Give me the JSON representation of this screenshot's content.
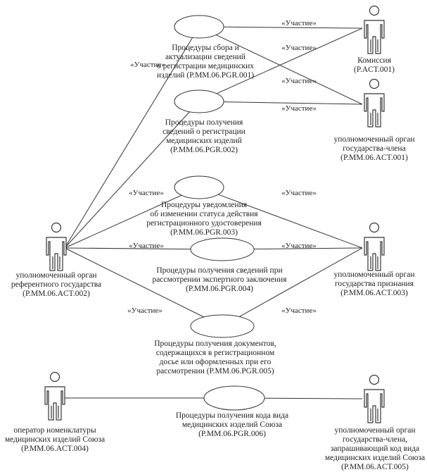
{
  "diagram": {
    "type": "UML use case diagram",
    "stroke_color": "#333333",
    "background": "#ffffff",
    "association_label": "«Участие»",
    "actors": [
      {
        "id": "a1",
        "lines": [
          "Комиссия",
          "(P.ACT.001)"
        ]
      },
      {
        "id": "a2",
        "lines": [
          "уполномоченный орган",
          "государства-члена",
          "(P.MM.06.ACT.001)"
        ]
      },
      {
        "id": "a3",
        "lines": [
          "уполномоченный орган",
          "референтного государства",
          "(P.MM.06.ACT.002)"
        ]
      },
      {
        "id": "a4",
        "lines": [
          "уполномоченный орган",
          "государства признания",
          "(P.MM.06.ACT.003)"
        ]
      },
      {
        "id": "a5",
        "lines": [
          "оператор номенклатуры",
          "медицинских изделий Союза",
          "(P.MM.06.ACT.004)"
        ]
      },
      {
        "id": "a6",
        "lines": [
          "уполномоченный орган",
          "государства-члена,",
          "запрашивающий код вида",
          "медицинских изделий Союза",
          "(P.MM.06.ACT.005)"
        ]
      }
    ],
    "use_cases": [
      {
        "id": "u1",
        "lines": [
          "Процедуры сбора и",
          "актуализации сведений",
          "о регистрации медицинских",
          "изделий (P.MM.06.PGR.001)"
        ]
      },
      {
        "id": "u2",
        "lines": [
          "Процедуры получения",
          "сведений о регистрации",
          "медицинских изделий",
          "(P.MM.06.PGR.002)"
        ]
      },
      {
        "id": "u3",
        "lines": [
          "Процедуры уведомления",
          "об изменении статуса действия",
          "регистрационного удостоверения",
          "(P.MM.06.PGR.003)"
        ]
      },
      {
        "id": "u4",
        "lines": [
          "Процедуры получения сведений при",
          "рассмотрении экспертного заключения",
          "(P.MM.06.PGR.004)"
        ]
      },
      {
        "id": "u5",
        "lines": [
          "Процедуры получения документов,",
          "содержащихся в регистрационном",
          "досье или оформленных при его",
          "рассмотрении (P.MM.06.PGR.005)"
        ]
      },
      {
        "id": "u6",
        "lines": [
          "Процедуры получения кода вида",
          "медицинских изделий Союза",
          "(P.MM.06.PGR.006)"
        ]
      }
    ],
    "associations": [
      {
        "from": "u1",
        "to": "a1",
        "label": "«Участие»"
      },
      {
        "from": "u1",
        "to": "a2",
        "label": "«Участие»"
      },
      {
        "from": "u2",
        "to": "a1",
        "label": "«Участие»"
      },
      {
        "from": "u2",
        "to": "a2",
        "label": "«Участие»"
      },
      {
        "from": "a3",
        "to": "u1",
        "label": "«Участие»"
      },
      {
        "from": "a3",
        "to": "u2",
        "label": ""
      },
      {
        "from": "a3",
        "to": "u3",
        "label": "«Участие»"
      },
      {
        "from": "a3",
        "to": "u4",
        "label": "«Участие»"
      },
      {
        "from": "a3",
        "to": "u5",
        "label": "«Участие»"
      },
      {
        "from": "u3",
        "to": "a4",
        "label": "«Участие»"
      },
      {
        "from": "u4",
        "to": "a4",
        "label": "«Участие»"
      },
      {
        "from": "u5",
        "to": "a4",
        "label": "«Участие»"
      },
      {
        "from": "a5",
        "to": "u6",
        "label": ""
      },
      {
        "from": "u6",
        "to": "a6",
        "label": ""
      }
    ]
  }
}
